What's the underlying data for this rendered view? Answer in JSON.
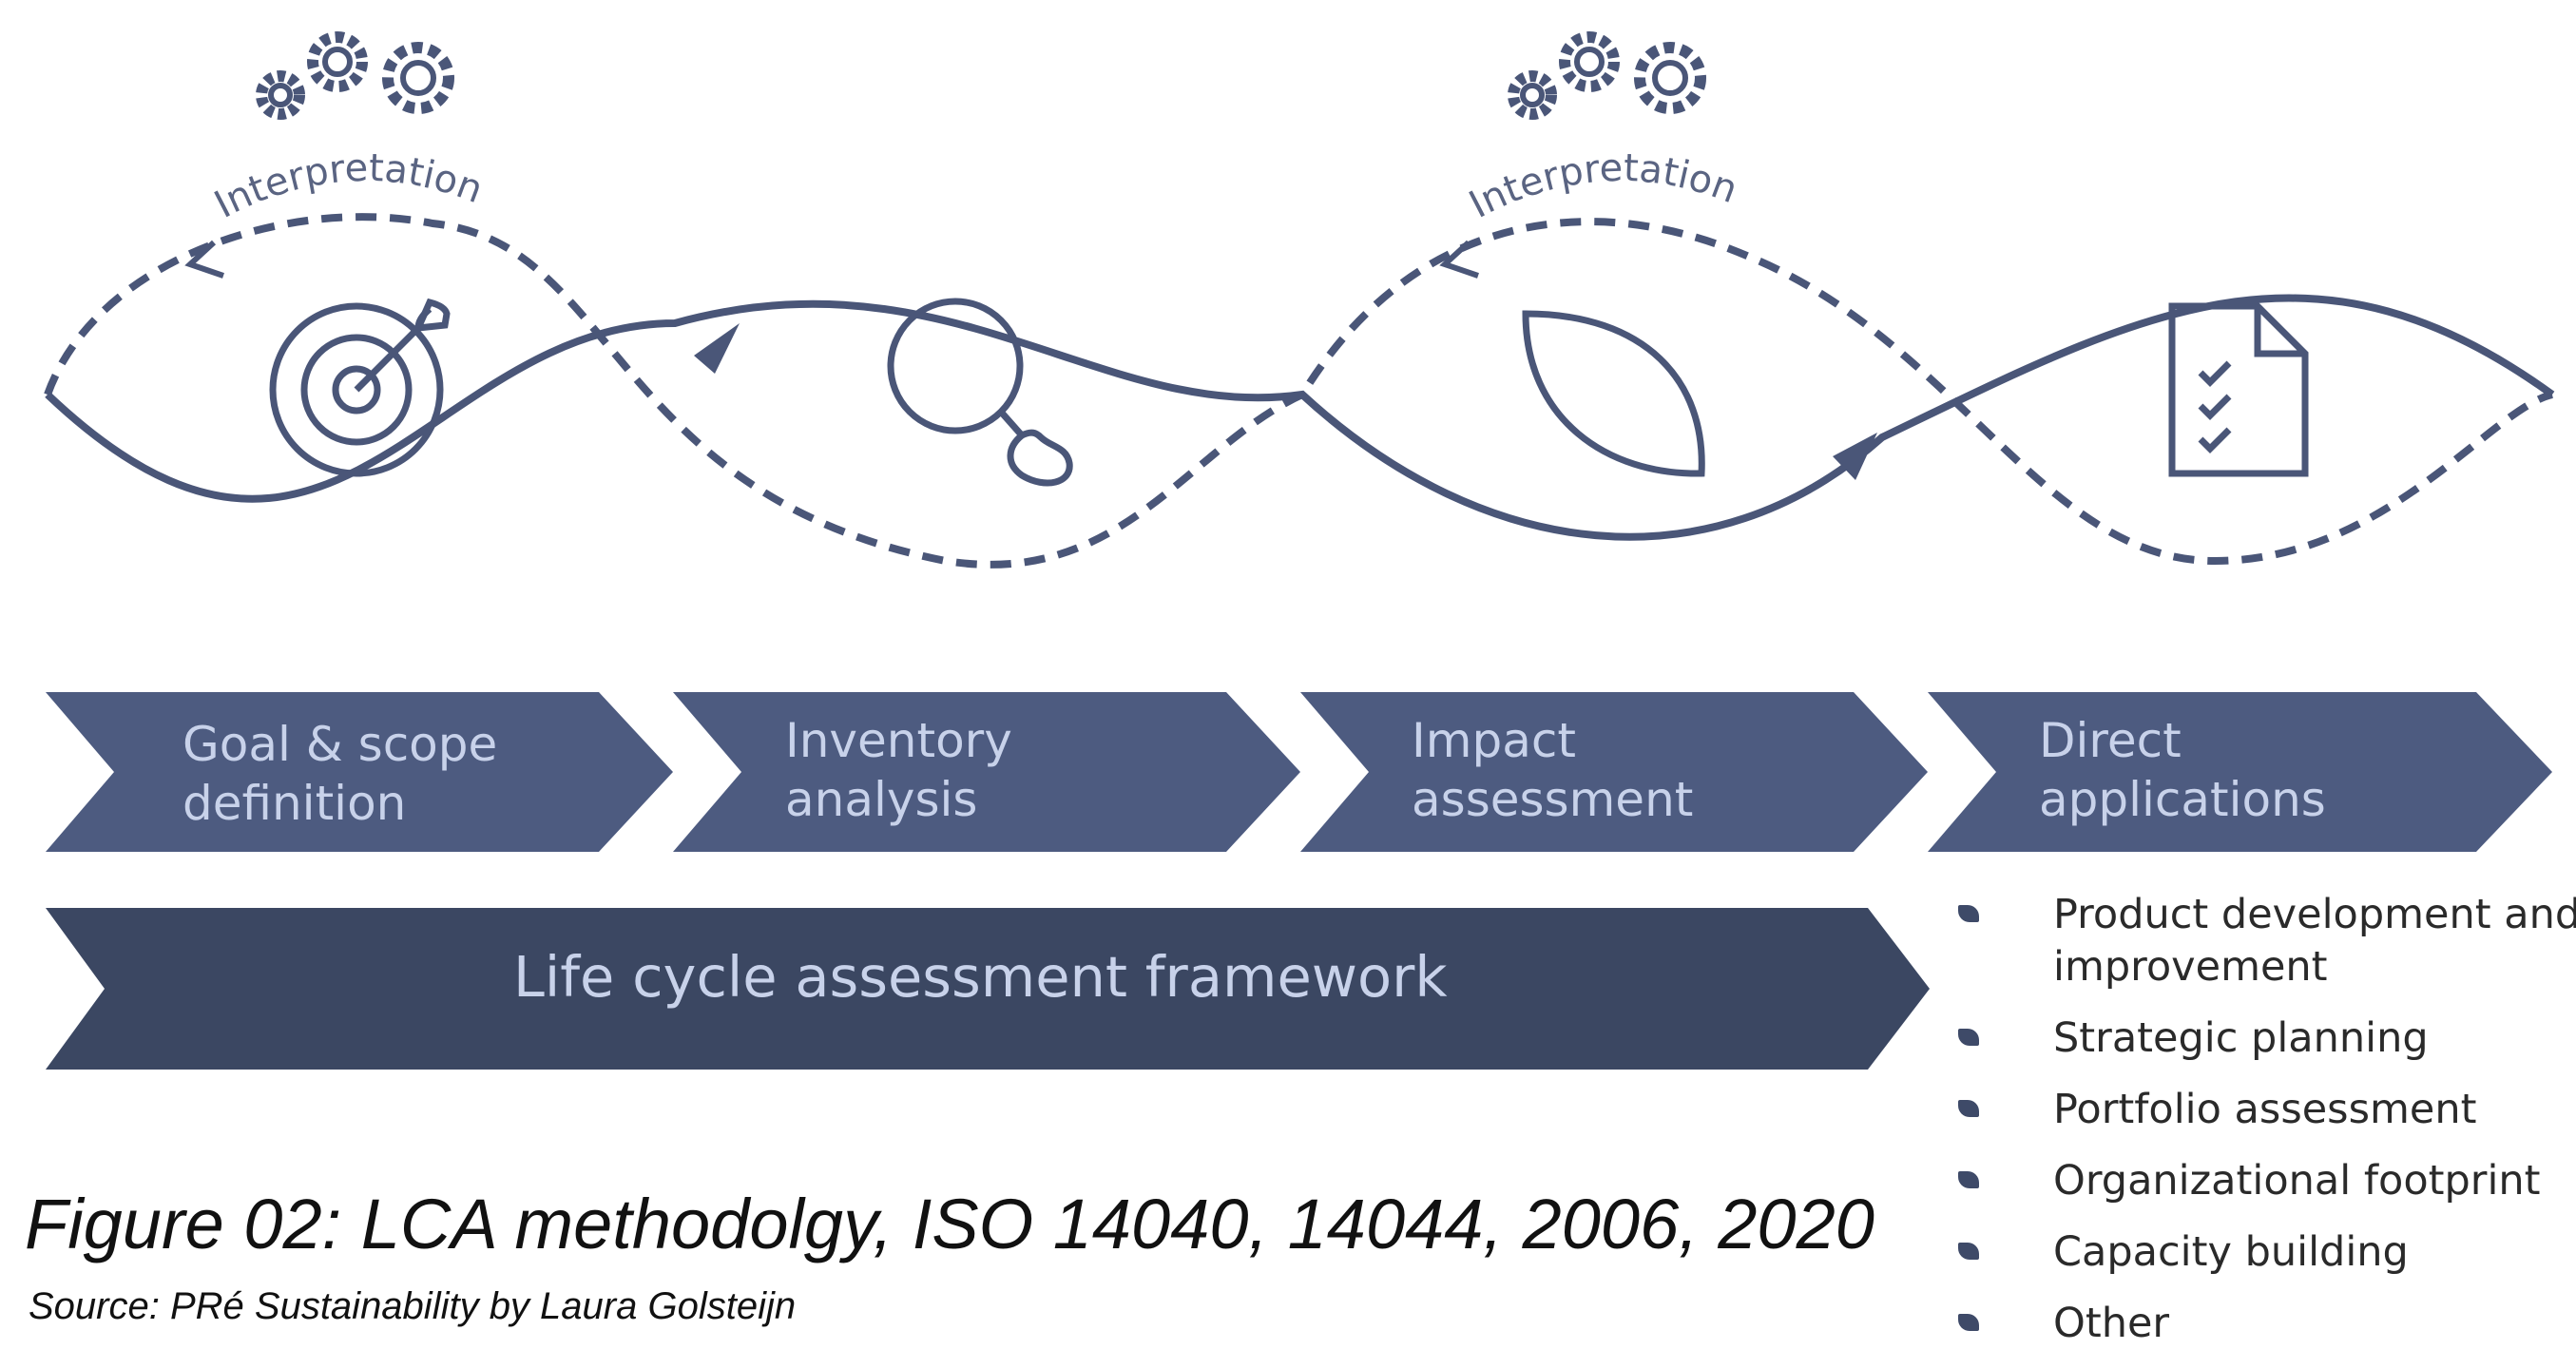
{
  "interpretation_labels": [
    "Interpretation",
    "Interpretation"
  ],
  "stages": [
    {
      "line1": "Goal & scope",
      "line2": "definition",
      "icon": "target-icon"
    },
    {
      "line1": "Inventory",
      "line2": "analysis",
      "icon": "magnifier-icon"
    },
    {
      "line1": "Impact",
      "line2": "assessment",
      "icon": "leaf-icon"
    },
    {
      "line1": "Direct",
      "line2": "applications",
      "icon": "checklist-document-icon"
    }
  ],
  "framework_label": "Life cycle assessment framework",
  "applications": [
    "Product development and improvement",
    "Strategic planning",
    "Portfolio assessment",
    "Organizational footprint",
    "Capacity building",
    "Other"
  ],
  "caption": "Figure 02: LCA methodolgy, ISO 14040, 14044, 2006, 2020",
  "source": "Source: PRé Sustainability by Laura Golsteijn",
  "colors": {
    "line": "#4a5678",
    "stage_fill": "#4d5b80",
    "framework_fill": "#3b4762",
    "label_text": "#c8d2ea",
    "background": "#ffffff"
  }
}
